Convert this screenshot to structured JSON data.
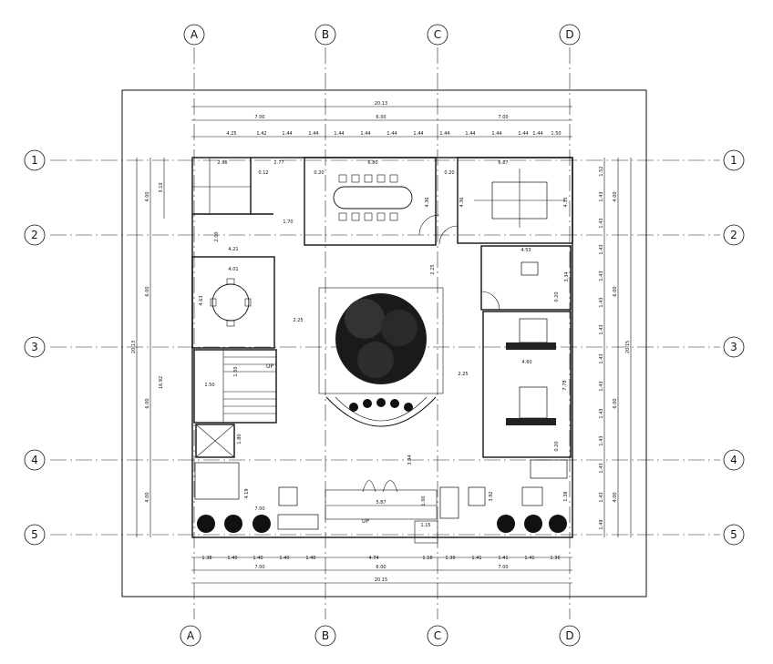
{
  "grid": {
    "columns": [
      "A",
      "B",
      "C",
      "D"
    ],
    "rows": [
      "1",
      "2",
      "3",
      "4",
      "5"
    ]
  },
  "dims_top": {
    "overall": "20.13",
    "spans": [
      "7.00",
      "6.00",
      "7.00"
    ],
    "segments": [
      "4.25",
      "1.42",
      "1.44",
      "1.44",
      "1.44",
      "1.44",
      "1.44",
      "1.44",
      "1.44",
      "1.44",
      "1.44",
      "1.44",
      "1.44",
      "1.50"
    ]
  },
  "dims_bottom": {
    "segments": [
      "1.38",
      "1.40",
      "1.40",
      "1.40",
      "1.46",
      "4.74",
      "1.18",
      "1.39",
      "1.41",
      "1.41",
      "1.41",
      "1.36"
    ],
    "spans": [
      "7.00",
      "6.00",
      "7.00"
    ],
    "overall": "20.15"
  },
  "dims_left": {
    "overall": "20.13",
    "sub": "16.92",
    "spans": [
      "4.00",
      "6.00",
      "6.00",
      "4.00"
    ],
    "small": "3.10"
  },
  "dims_right": {
    "overall": "20.15",
    "spans": [
      "4.00",
      "6.00",
      "6.00",
      "4.00"
    ],
    "segments": [
      "1.52",
      "1.43",
      "1.43",
      "1.43",
      "1.43",
      "1.43",
      "1.43",
      "1.43",
      "1.43",
      "1.43",
      "1.43",
      "1.43",
      "1.43",
      "1.49"
    ]
  },
  "interior": {
    "wc_a": "2.96",
    "wc_b": "2.77",
    "wc_c": "0.12",
    "wall_a": "0.20",
    "conf_w": "6.80",
    "wall_b": "0.20",
    "office_w": "6.87",
    "conf_h": "4.36",
    "office_h": "4.36",
    "office_h2": "4.35",
    "pass": "1.70",
    "pantry_h": "2.00",
    "pantry_w": "4.21",
    "meeting_w": "4.01",
    "meeting_h": "4.63",
    "court_gap_l": "2.25",
    "court_gap_t": "2.25",
    "court_gap_r": "2.25",
    "mgr_w": "4.53",
    "mgr_h": "3.34",
    "mgr_wall": "0.20",
    "open_w": "4.60",
    "open_h": "7.78",
    "open_wall": "0.20",
    "stair_h": "1.50",
    "stair_w": "1.50",
    "stair_up": "UP",
    "lift": "1.80",
    "lobby_h": "4.19",
    "lobby_w": "7.00",
    "entry_h": "3.94",
    "step_w": "5.87",
    "step_h": "1.00",
    "step_up": "UP",
    "step_b": "1.15",
    "lounge_h": "3.92",
    "lounge_b": "1.38"
  }
}
